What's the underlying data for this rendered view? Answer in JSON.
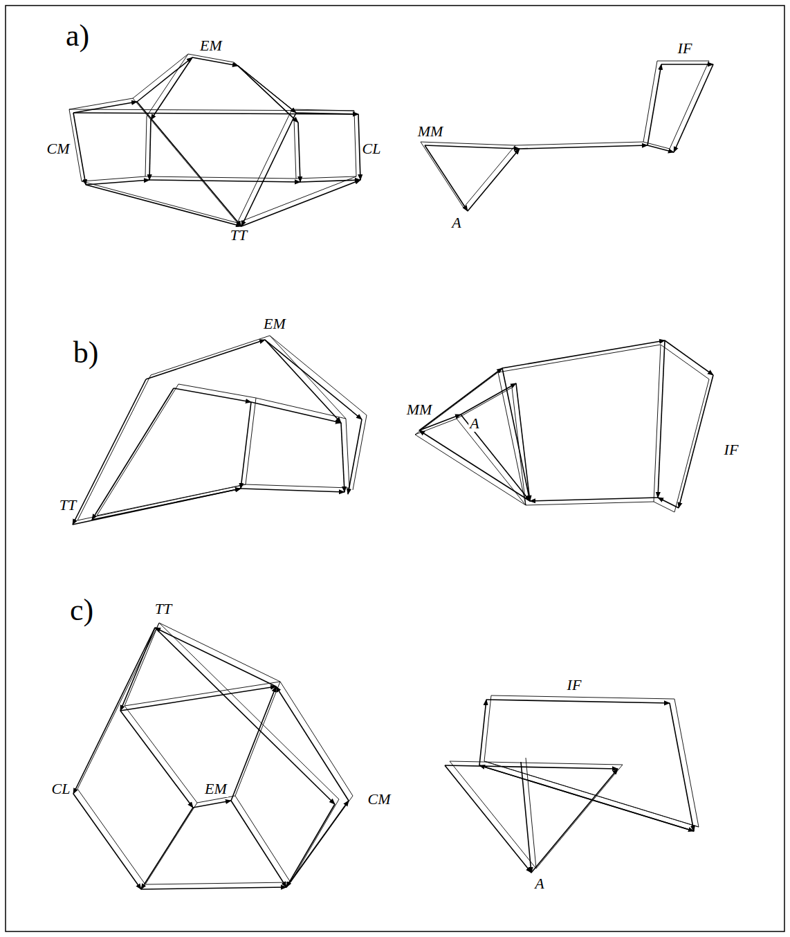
{
  "diagram": {
    "labels": [
      "a)",
      "EM",
      "CM",
      "CL",
      "TT",
      "IF",
      "MM",
      "A",
      "b)",
      "EM",
      "TT",
      "MM",
      "A",
      "IF",
      "c)",
      "TT",
      "IF",
      "CL",
      "EM",
      "CM",
      "A"
    ]
  }
}
